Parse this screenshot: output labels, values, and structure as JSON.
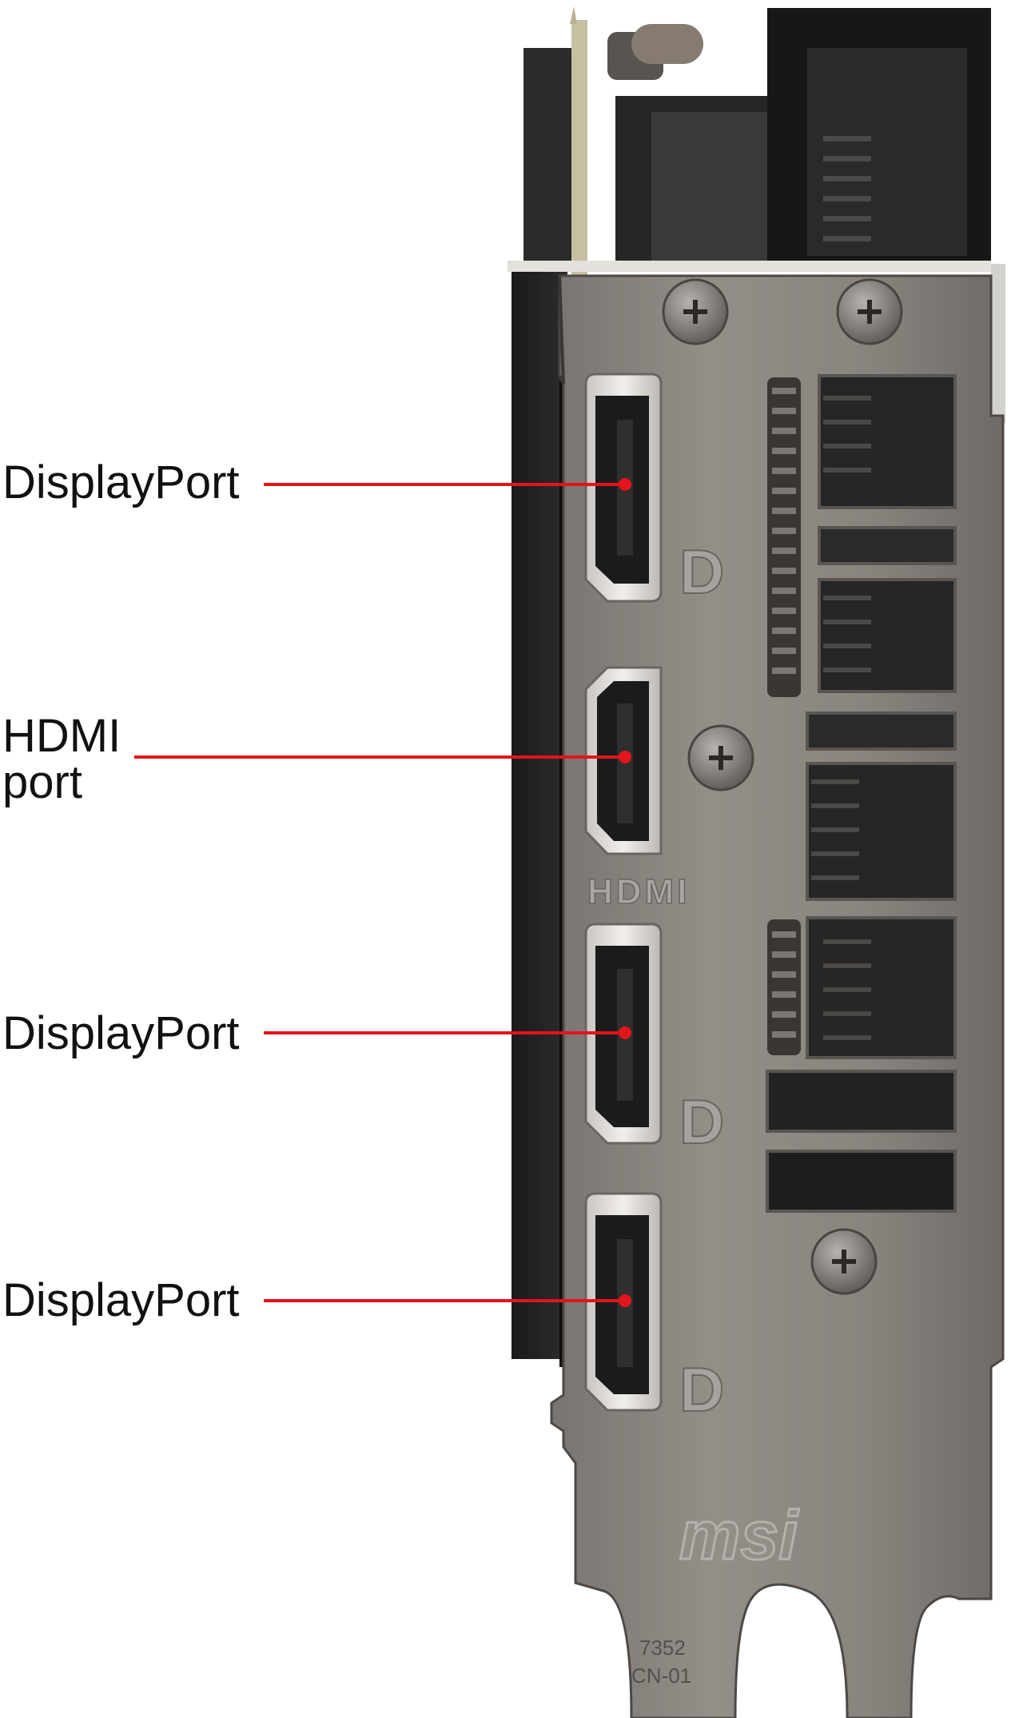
{
  "callouts": [
    {
      "label": "DisplayPort",
      "line_color": "#e3141b"
    },
    {
      "label_line1": "HDMI",
      "label_line2": "port",
      "line_color": "#e3141b"
    },
    {
      "label": "DisplayPort",
      "line_color": "#e3141b"
    },
    {
      "label": "DisplayPort",
      "line_color": "#e3141b"
    }
  ],
  "bracket_markings": {
    "hdmi_logo": "HDMI",
    "dp_logo": "D",
    "brand": "msi",
    "code_line1": "7352",
    "code_line2": "CN-01"
  },
  "colors": {
    "bracket": "#8b8580",
    "bracket_dark": "#5e5955",
    "port_shell": "#e3e0dc",
    "port_inner": "#1b1b1b",
    "callout_red": "#e3141b"
  }
}
